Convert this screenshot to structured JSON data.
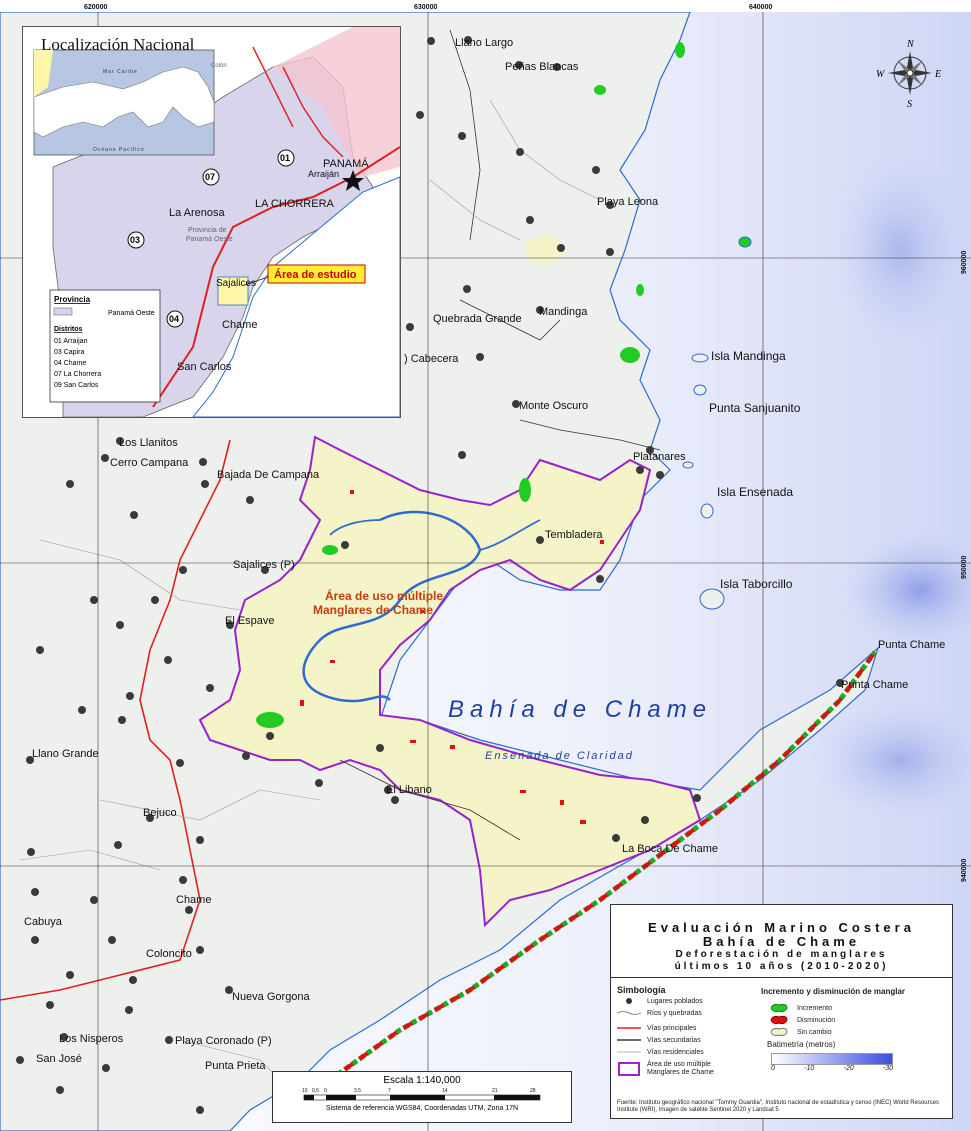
{
  "grid": {
    "x_labels": [
      "620000",
      "630000",
      "640000"
    ],
    "y_labels": [
      "960000",
      "950000",
      "940000"
    ]
  },
  "main_map": {
    "water_title": "Bahía de Chame",
    "water_subtitle": "Ensenada de Claridad",
    "protected_area_label_1": "Área de uso múltiple",
    "protected_area_label_2": "Manglares de Chame",
    "places": {
      "llano_largo": "Llano Largo",
      "penas_blancas": "Peñas Blancas",
      "playa_leona": "Playa Leona",
      "mandinga": "Mandinga",
      "quebrada_grande": "Quebrada Grande",
      "cabecera": ") Cabecera",
      "monte_oscuro": "Monte Oscuro",
      "los_llanitos": "Los Llanitos",
      "cerro_campana": "Cerro Campana",
      "bajada_campana": "Bajada De Campana",
      "platanares": "Platanares",
      "tembladera": "Tembladera",
      "sajalices": "Sajalices (P)",
      "el_espave": "El Espave",
      "llano_grande": "Llano Grande",
      "bejuco": "Bejuco",
      "el_libano": "El Libano",
      "la_boca": "La Boca De Chame",
      "chame": "Chame",
      "cabuya": "Cabuya",
      "coloncito": "Coloncito",
      "nueva_gorgona": "Nueva Gorgona",
      "los_nisperos": "Los Nisperos",
      "san_jose": "San José",
      "playa_coronado": "Playa Coronado (P)",
      "punta_prieta": "Punta Prieta",
      "punta_chame_1": "Punta Chame",
      "punta_chame_2": "Punta Chame"
    },
    "islands": {
      "isla_mandinga": "Isla Mandinga",
      "punta_sanjuanito": "Punta Sanjuanito",
      "isla_ensenada": "Isla Ensenada",
      "isla_taborcillo": "Isla Taborcillo"
    }
  },
  "compass": {
    "n": "N",
    "s": "S",
    "e": "E",
    "w": "W"
  },
  "inset": {
    "title": "Localización Nacional",
    "mini_sea_north": "Mar Caribe",
    "mini_sea_south": "Océano Pacífico",
    "mini_colon": "Colón",
    "panama": "PANAMÁ",
    "arraijan": "Arraiján",
    "la_chorrera": "LA CHORRERA",
    "la_arenosa": "La Arenosa",
    "san_carlos": "San Carlos",
    "sajalices": "Sajalices",
    "chame": "Chame",
    "provincia_label_1": "Provincia de",
    "provincia_label_2": "Panamá Oeste",
    "study_area": "Área de estudio",
    "district_badges": [
      "01",
      "07",
      "03",
      "04"
    ],
    "legend": {
      "provincia_header": "Provincia",
      "provincia_item": "Panamá Oeste",
      "distritos_header": "Distritos",
      "distritos": [
        "01 Arraijan",
        "03 Capira",
        "04 Chame",
        "07 La Chorrera",
        "09 San Carlos"
      ]
    },
    "colors": {
      "province_fill": "#d8d4ec",
      "study_area": "#ffee33",
      "roads": "#e02020"
    }
  },
  "title_block": {
    "line1": "Evaluación Marino Costera",
    "line2": "Bahía de Chame",
    "line3": "Deforestación de manglares",
    "line4": "últimos 10 años (2010-2020)"
  },
  "legend": {
    "simbologia_header": "Simbología",
    "items": {
      "poblados": "Lugares poblados",
      "rios": "Ríos y quebradas",
      "principales": "Vías principales",
      "secundarias": "Vías secundarias",
      "residenciales": "Vías residenciales",
      "area_1": "Área de uso múltiple",
      "area_2": "Manglares de Chame"
    },
    "change_header": "Incremento y disminución de manglar",
    "change_items": {
      "incremento": "Incremento",
      "disminucion": "Disminución",
      "sin_cambio": "Sin cambio"
    },
    "bathymetry_header": "Batimetría (metros)",
    "bathymetry_ticks": [
      "0",
      "-10",
      "-20",
      "-30"
    ],
    "source": "Fuente: Instituto geográfico nacional \"Tommy Guardia\", Instituto nacional de estadística y censo (INEC) World Resources Institute (WRI), Imagen de satélite Sentinel 2020 y Landsat 5",
    "colors": {
      "incremento": "#22cc22",
      "disminucion": "#dd1111",
      "sin_cambio": "#f4f4c8",
      "area_boundary": "#9922cc"
    }
  },
  "scale": {
    "title": "Escala 1:140,000",
    "ticks": [
      "10",
      "0.5",
      "0",
      "3.5",
      "7",
      "14",
      "21",
      "28"
    ],
    "crs": "Sistema de referencia WGS84, Coordenadas UTM, Zona 17N"
  }
}
